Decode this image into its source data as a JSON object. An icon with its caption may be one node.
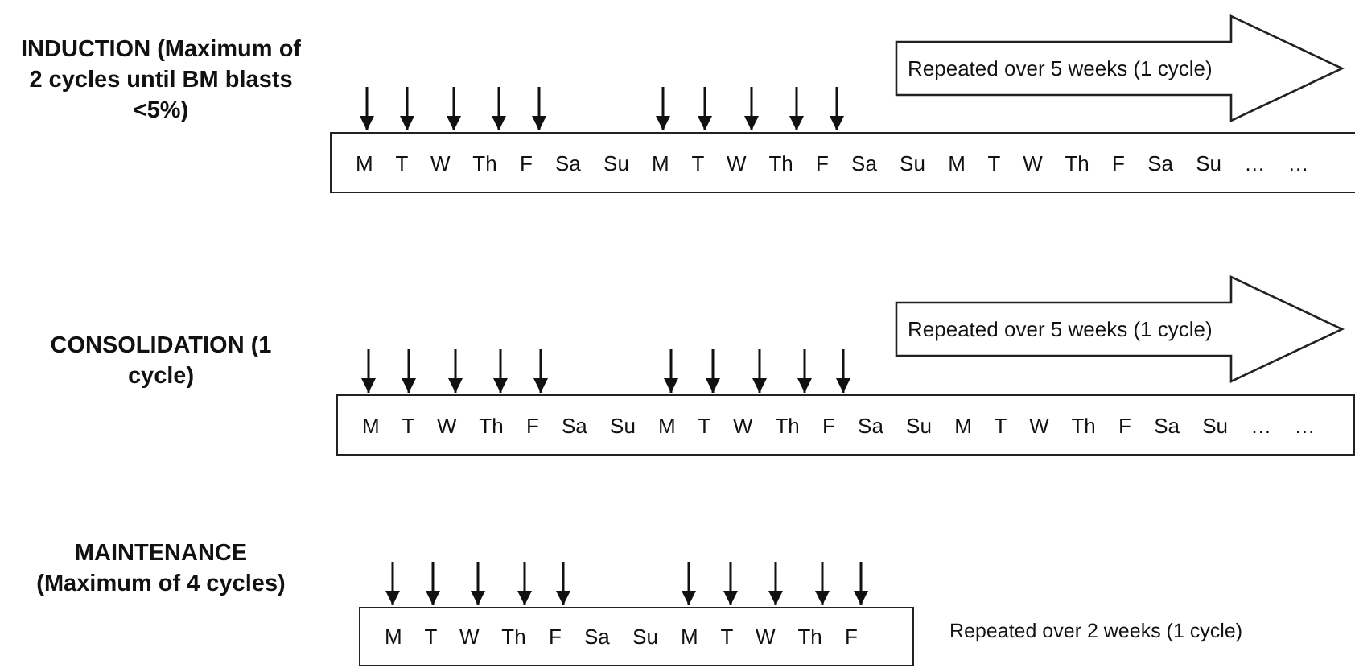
{
  "diagram": {
    "nodes": [
      {
        "text": [
          "M T W Th F Sa Su M T W Th F Sa Su M T W Th F Sa Su … …"
        ]
      },
      {
        "text": [
          "Repeated over 5 weeks (1 cycle)"
        ]
      },
      {
        "text": [
          "M T W Th F Sa Su M T W Th F Sa Su M T W Th F Sa Su … …"
        ]
      },
      {
        "text": [
          "Repeated over 5 weeks (1 cycle)"
        ]
      },
      {
        "text": [
          "M T W Th F Sa Su M T W Th F"
        ]
      }
    ],
    "edges": [
      {
        "from": null,
        "to": 0,
        "arrow": "to"
      },
      {
        "from": null,
        "to": 0,
        "arrow": "to"
      },
      {
        "from": null,
        "to": 0,
        "arrow": "to"
      },
      {
        "from": null,
        "to": 0,
        "arrow": "to"
      },
      {
        "from": null,
        "to": 0,
        "arrow": "to"
      },
      {
        "from": null,
        "to": 0,
        "arrow": "to"
      },
      {
        "from": null,
        "to": 0,
        "arrow": "to"
      },
      {
        "from": null,
        "to": 0,
        "arrow": "to"
      },
      {
        "from": null,
        "to": 0,
        "arrow": "to"
      },
      {
        "from": null,
        "to": 0,
        "arrow": "to"
      },
      {
        "from": null,
        "to": 2,
        "arrow": "to"
      },
      {
        "from": null,
        "to": 2,
        "arrow": "to"
      },
      {
        "from": null,
        "to": 2,
        "arrow": "to"
      },
      {
        "from": null,
        "to": 2,
        "arrow": "to"
      },
      {
        "from": null,
        "to": 2,
        "arrow": "to"
      },
      {
        "from": null,
        "to": 2,
        "arrow": "to"
      },
      {
        "from": null,
        "to": 2,
        "arrow": "to"
      },
      {
        "from": null,
        "to": 2,
        "arrow": "to"
      },
      {
        "from": null,
        "to": 2,
        "arrow": "to"
      },
      {
        "from": null,
        "to": 2,
        "arrow": "to"
      },
      {
        "from": null,
        "to": 4,
        "arrow": "to"
      },
      {
        "from": null,
        "to": 4,
        "arrow": "to"
      },
      {
        "from": null,
        "to": 4,
        "arrow": "to"
      },
      {
        "from": null,
        "to": 4,
        "arrow": "to"
      },
      {
        "from": null,
        "to": 4,
        "arrow": "to"
      },
      {
        "from": null,
        "to": 4,
        "arrow": "to"
      },
      {
        "from": null,
        "to": 4,
        "arrow": "to"
      },
      {
        "from": null,
        "to": 4,
        "arrow": "to"
      },
      {
        "from": null,
        "to": 4,
        "arrow": "to"
      },
      {
        "from": null,
        "to": 4,
        "arrow": "to"
      }
    ],
    "labels": [
      "INDUCTION (Maximum of 2 cycles until BM blasts <5%)",
      "CONSOLIDATION (1 cycle)",
      "MAINTENANCE (Maximum of 4 cycles)",
      "Repeated over 2 weeks (1 cycle)"
    ]
  }
}
